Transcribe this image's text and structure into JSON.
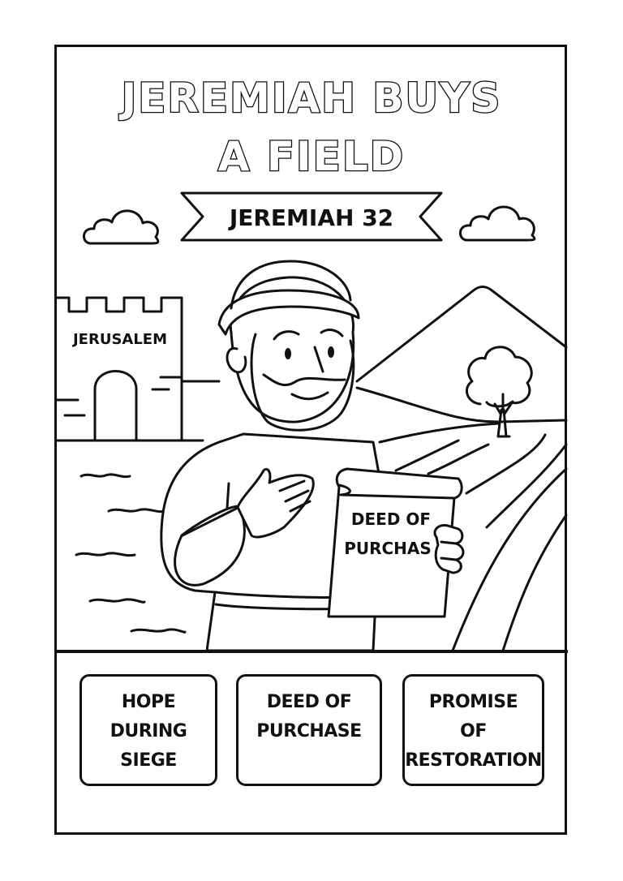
{
  "title": {
    "line1": "JEREMIAH BUYS",
    "line2": "A FIELD"
  },
  "banner": {
    "reference": "JEREMIAH 32"
  },
  "scene": {
    "city_label": "JERUSALEM",
    "scroll_line1": "DEED OF",
    "scroll_line2": "PURCHAS"
  },
  "concept_boxes": [
    {
      "lines": [
        "HOPE",
        "DURING",
        "SIEGE"
      ]
    },
    {
      "lines": [
        "DEED OF",
        "PURCHASE"
      ]
    },
    {
      "lines": [
        "PROMISE",
        "OF",
        "RESTORATION"
      ]
    }
  ],
  "colors": {
    "ink": "#111111",
    "paper": "#ffffff"
  }
}
